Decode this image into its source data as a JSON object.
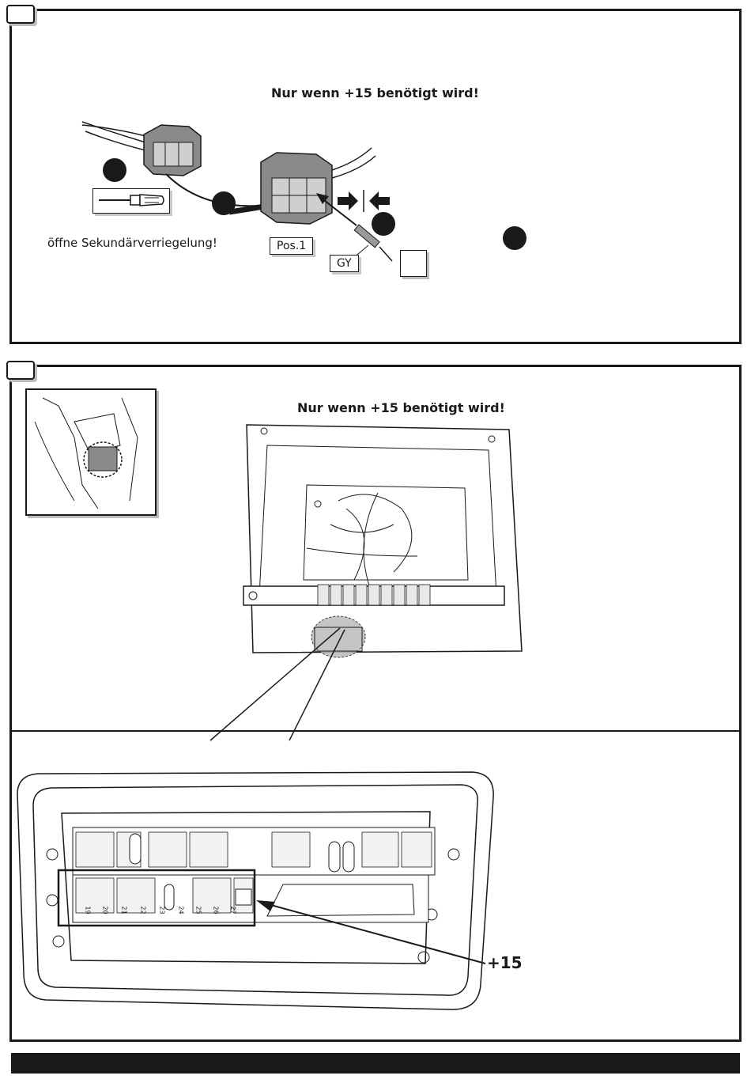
{
  "panel1": {
    "heading": "Nur wenn +15 benötigt wird!",
    "instruction": "öffne Sekundärverriegelung!",
    "pos_label": "Pos.1",
    "wire_label": "GY"
  },
  "panel2": {
    "heading": "Nur wenn +15 benötigt wird!",
    "terminal_label": "+15",
    "fuse_numbers": [
      "19",
      "20",
      "21",
      "22",
      "23",
      "24",
      "25",
      "26",
      "27"
    ]
  },
  "colors": {
    "line": "#1a1a1a",
    "shadow": "#bdbdbd",
    "highlight": "#9a9a9a"
  },
  "icons": [
    "screwdriver-icon",
    "connector-icon",
    "arrow-icon",
    "wire-terminal-icon"
  ]
}
